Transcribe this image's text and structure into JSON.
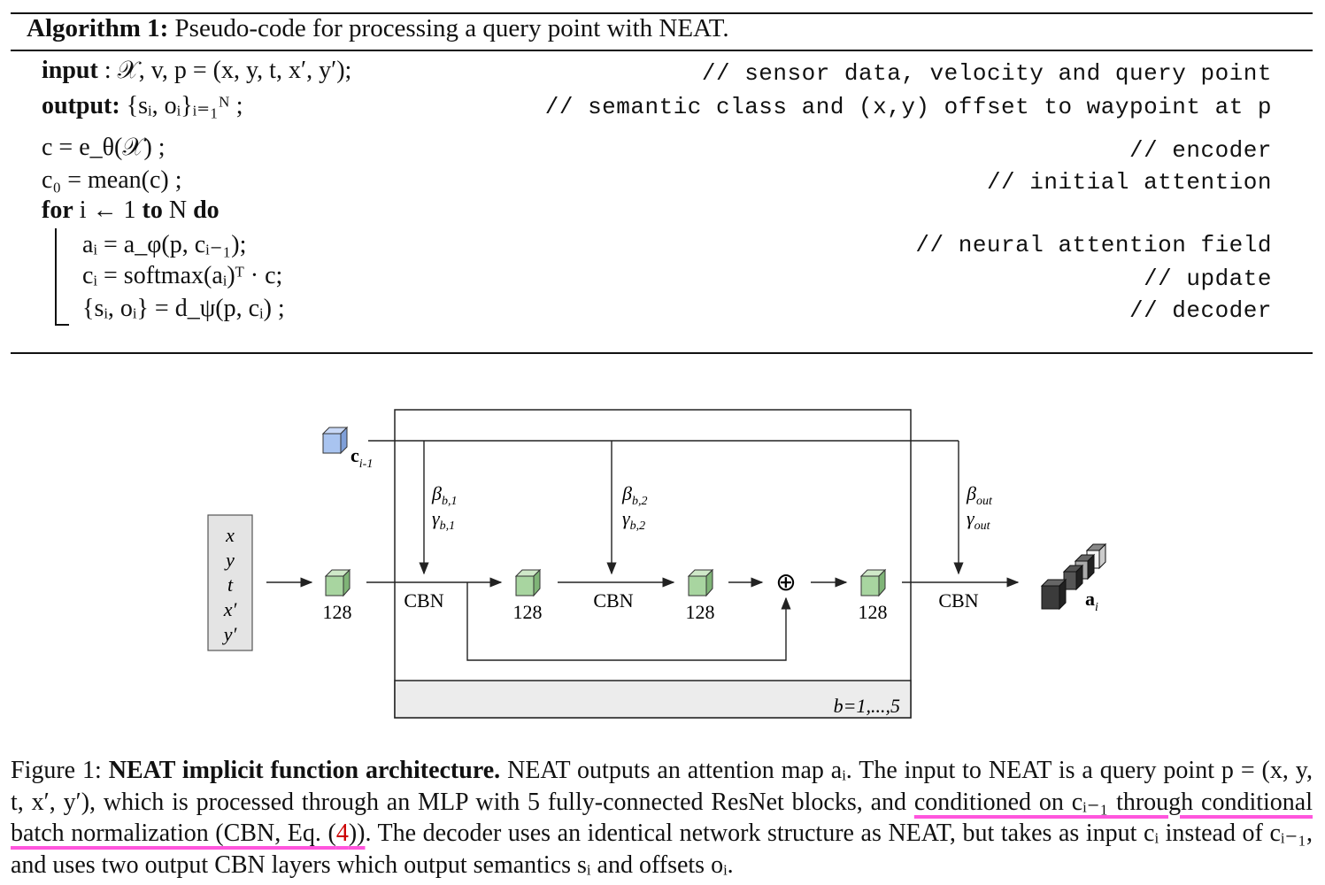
{
  "algorithm": {
    "title_label": "Algorithm 1:",
    "title_text": "Pseudo-code for processing a query point with NEAT.",
    "lines": [
      {
        "kw": "input",
        "expr": " : 𝒳, v, p = (x, y, t, x′, y′);",
        "comment": "// sensor data, velocity and query point"
      },
      {
        "kw": "output:",
        "expr": " {sᵢ, oᵢ}ᵢ₌₁ᴺ ;",
        "comment": "// semantic class and (x,y) offset to waypoint at p"
      },
      {
        "kw": "",
        "expr": "c = e_θ(𝒳) ;",
        "comment": "// encoder"
      },
      {
        "kw": "",
        "expr": "c₀ = mean(c) ;",
        "comment": "// initial attention"
      },
      {
        "kw": "for",
        "expr": " i ← 1 ",
        "kw2": "to",
        "expr2": " N ",
        "kw3": "do",
        "comment": ""
      },
      {
        "kw": "",
        "expr": "aᵢ = a_φ(p, cᵢ₋₁);",
        "comment": "// neural attention field"
      },
      {
        "kw": "",
        "expr": "cᵢ = softmax(aᵢ)ᵀ · c;",
        "comment": "// update"
      },
      {
        "kw": "",
        "expr": "{sᵢ, oᵢ} = d_ψ(p, cᵢ) ;",
        "comment": "// decoder"
      }
    ]
  },
  "diagram": {
    "inputs": [
      "x",
      "y",
      "t",
      "x′",
      "y′"
    ],
    "c_label": "c",
    "c_sub": "i-1",
    "dims": [
      "128",
      "128",
      "128",
      "128"
    ],
    "cbn": [
      "CBN",
      "CBN",
      "CBN"
    ],
    "beta": [
      {
        "g": "β",
        "s": "b,1"
      },
      {
        "g": "β",
        "s": "b,2"
      },
      {
        "g": "β",
        "s": "out"
      }
    ],
    "gamma": [
      {
        "g": "γ",
        "s": "b,1"
      },
      {
        "g": "γ",
        "s": "b,2"
      },
      {
        "g": "γ",
        "s": "out"
      }
    ],
    "plus": "⊕",
    "block_label": "b=1,...,5",
    "a_label": "a",
    "a_sub": "i",
    "colors": {
      "green": "#a8d5a0",
      "blue": "#a9c4f0",
      "panel": "#ececec"
    }
  },
  "caption": {
    "fig": "Figure 1:",
    "bold": "NEAT implicit function architecture.",
    "t1": " NEAT outputs an attention map aᵢ. The input to NEAT is a query point p = (x, y, t, x′, y′), which is processed through an MLP with 5 fully-connected ResNet blocks, and ",
    "hl1": "conditioned on cᵢ₋₁ through conditional batch normalization (CBN, Eq. (",
    "ref": "4",
    "hl2": "))",
    "t2": ". The decoder uses an identical network structure as NEAT, but takes as input cᵢ instead of cᵢ₋₁, and uses two output CBN layers which output semantics sᵢ and offsets oᵢ."
  }
}
